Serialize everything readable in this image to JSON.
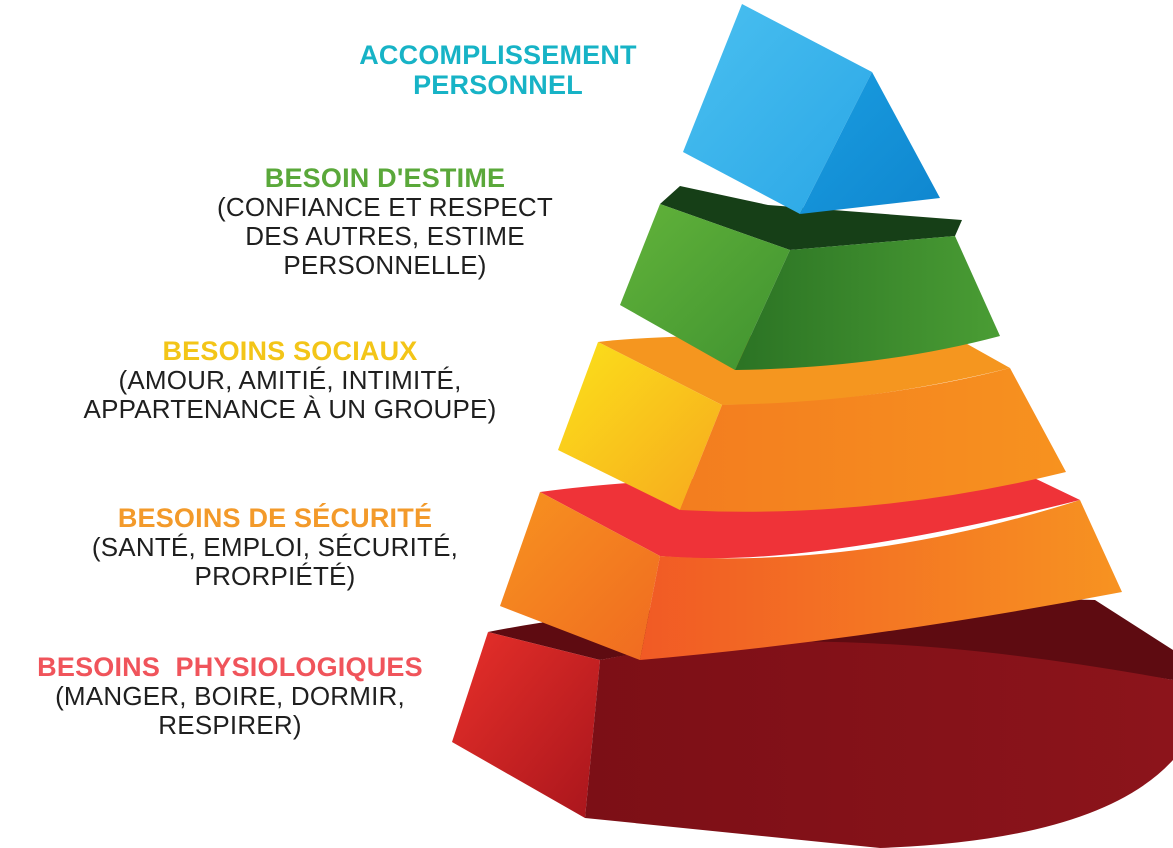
{
  "levels": [
    {
      "id": "accomplissement",
      "title": "ACCOMPLISSEMENT\nPERSONNEL",
      "description": "",
      "title_color": "#17b3c6",
      "face_colors": [
        "#35b8ee",
        "#1591d8"
      ]
    },
    {
      "id": "estime",
      "title": "BESOIN D'ESTIME",
      "description": "(CONFIANCE ET RESPECT\nDES AUTRES, ESTIME\nPERSONNELLE)",
      "title_color": "#5aa83a",
      "face_colors": [
        "#4fa233",
        "#2c7a22",
        "#163f17"
      ]
    },
    {
      "id": "sociaux",
      "title": "BESOINS SOCIAUX",
      "description": "(AMOUR, AMITIÉ, INTIMITÉ,\nAPPARTENANCE À UN GROUPE)",
      "title_color": "#f3c518",
      "face_colors": [
        "#f8d320",
        "#f5a020",
        "#f38b1f"
      ]
    },
    {
      "id": "securite",
      "title": "BESOINS DE SÉCURITÉ",
      "description": "(SANTÉ, EMPLOI, SÉCURITÉ,\nPRORPIÉTÉ)",
      "title_color": "#f39a2a",
      "face_colors": [
        "#f58d22",
        "#f26424",
        "#ee3438"
      ]
    },
    {
      "id": "physio",
      "title": "BESOINS  PHYSIOLOGIQUES",
      "description": "(MANGER, BOIRE, DORMIR,\nRESPIRER)",
      "title_color": "#f0545b",
      "face_colors": [
        "#e32a27",
        "#8b1218",
        "#6a0e14"
      ]
    }
  ]
}
